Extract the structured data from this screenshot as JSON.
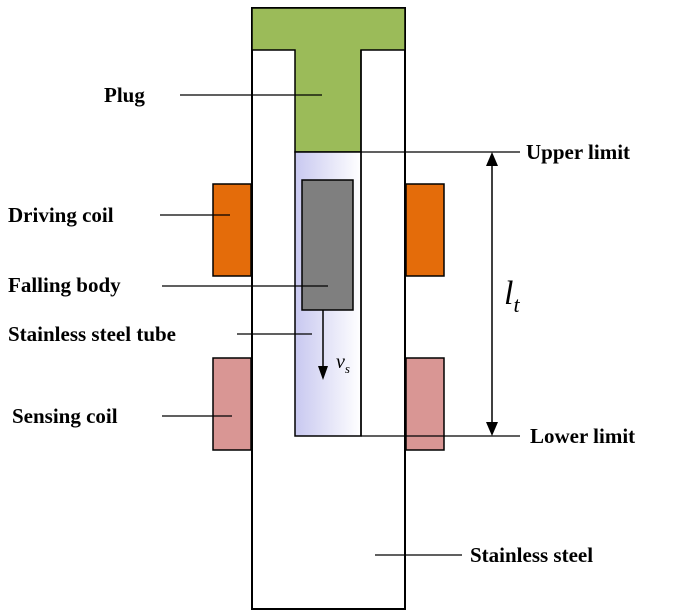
{
  "labels": {
    "plug": "Plug",
    "driving_coil": "Driving coil",
    "falling_body": "Falling body",
    "stainless_steel_tube": "Stainless steel tube",
    "sensing_coil": "Sensing coil",
    "upper_limit": "Upper limit",
    "lower_limit": "Lower limit",
    "stainless_steel": "Stainless steel",
    "travel_length_symbol": "l",
    "travel_length_subscript": "t",
    "velocity_symbol": "v",
    "velocity_subscript": "s"
  },
  "colors": {
    "plug": "#9bbb59",
    "driving_coil": "#e46c0a",
    "sensing_coil": "#d99694",
    "falling_body": "#7f7f7f",
    "tube_gradient": "#c8c8f0",
    "outline": "#000000",
    "background": "#ffffff"
  }
}
